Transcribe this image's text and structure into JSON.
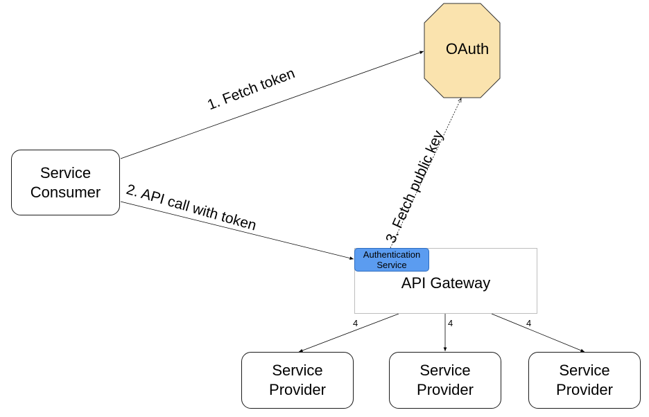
{
  "diagram": {
    "nodes": {
      "oauth": {
        "label": "OAuth",
        "fill": "#fae3ae"
      },
      "consumer": {
        "label": "Service\nConsumer"
      },
      "gateway": {
        "label": "API Gateway"
      },
      "auth_service": {
        "label": "Authentication\nService",
        "fill": "#5b9cf0"
      },
      "providers": [
        {
          "label": "Service\nProvider"
        },
        {
          "label": "Service\nProvider"
        },
        {
          "label": "Service\nProvider"
        }
      ]
    },
    "edges": {
      "fetch_token": {
        "label": "1. Fetch token",
        "style": "solid"
      },
      "api_call": {
        "label": "2. API call with token",
        "style": "solid"
      },
      "fetch_key": {
        "label": "3. Fetch public key",
        "style": "dotted"
      },
      "to_providers": [
        {
          "label": "4"
        },
        {
          "label": "4"
        },
        {
          "label": "4"
        }
      ]
    }
  }
}
